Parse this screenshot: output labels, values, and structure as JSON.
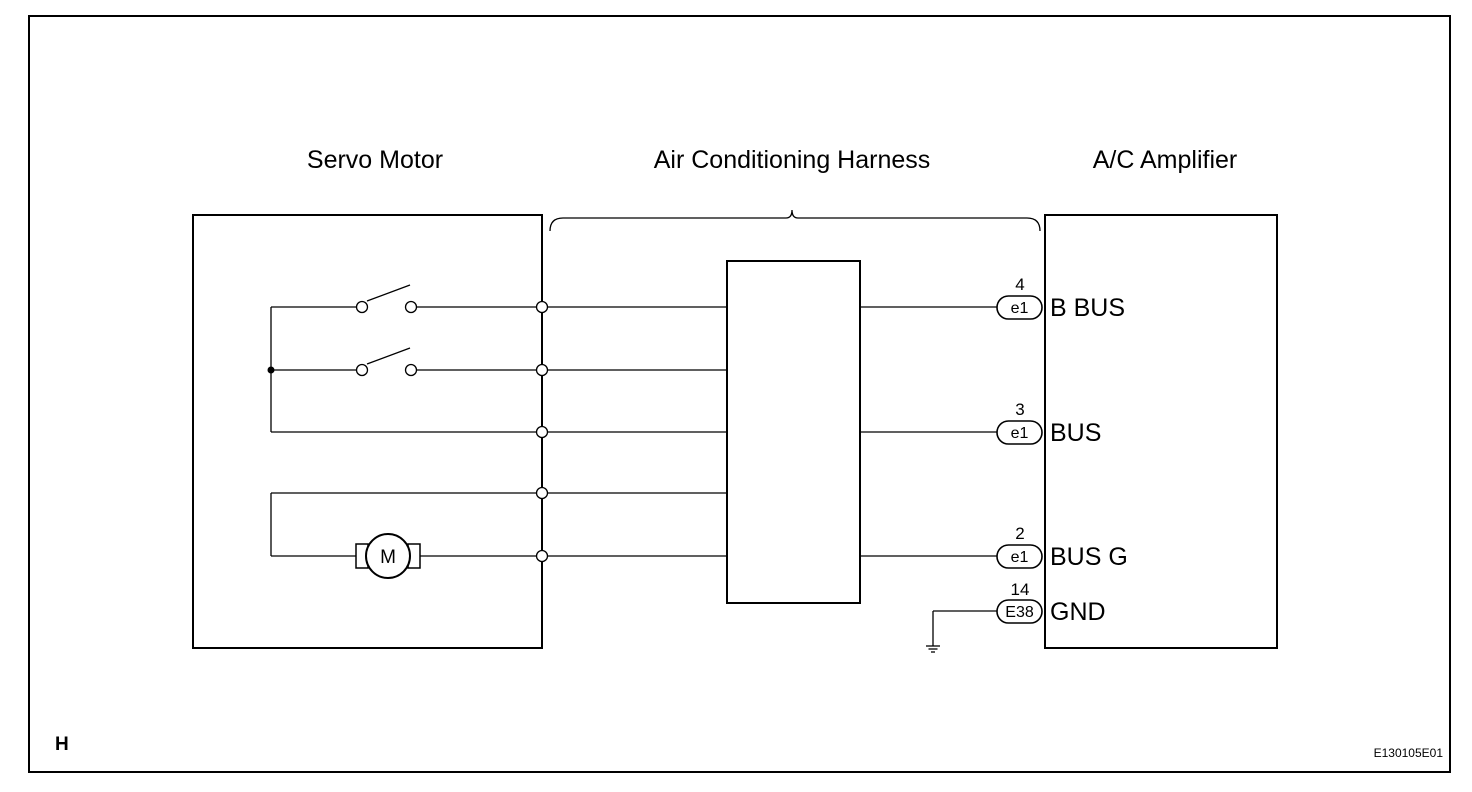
{
  "diagram": {
    "titles": {
      "servo_motor": "Servo Motor",
      "harness": "Air Conditioning Harness",
      "amplifier": "A/C Amplifier"
    },
    "motor_symbol": "M",
    "terminals": [
      {
        "pin": "4",
        "connector": "e1",
        "signal": "B BUS"
      },
      {
        "pin": "3",
        "connector": "e1",
        "signal": "BUS"
      },
      {
        "pin": "2",
        "connector": "e1",
        "signal": "BUS G"
      },
      {
        "pin": "14",
        "connector": "E38",
        "signal": "GND"
      }
    ],
    "corner_label": "H",
    "figure_code": "E130105E01"
  }
}
